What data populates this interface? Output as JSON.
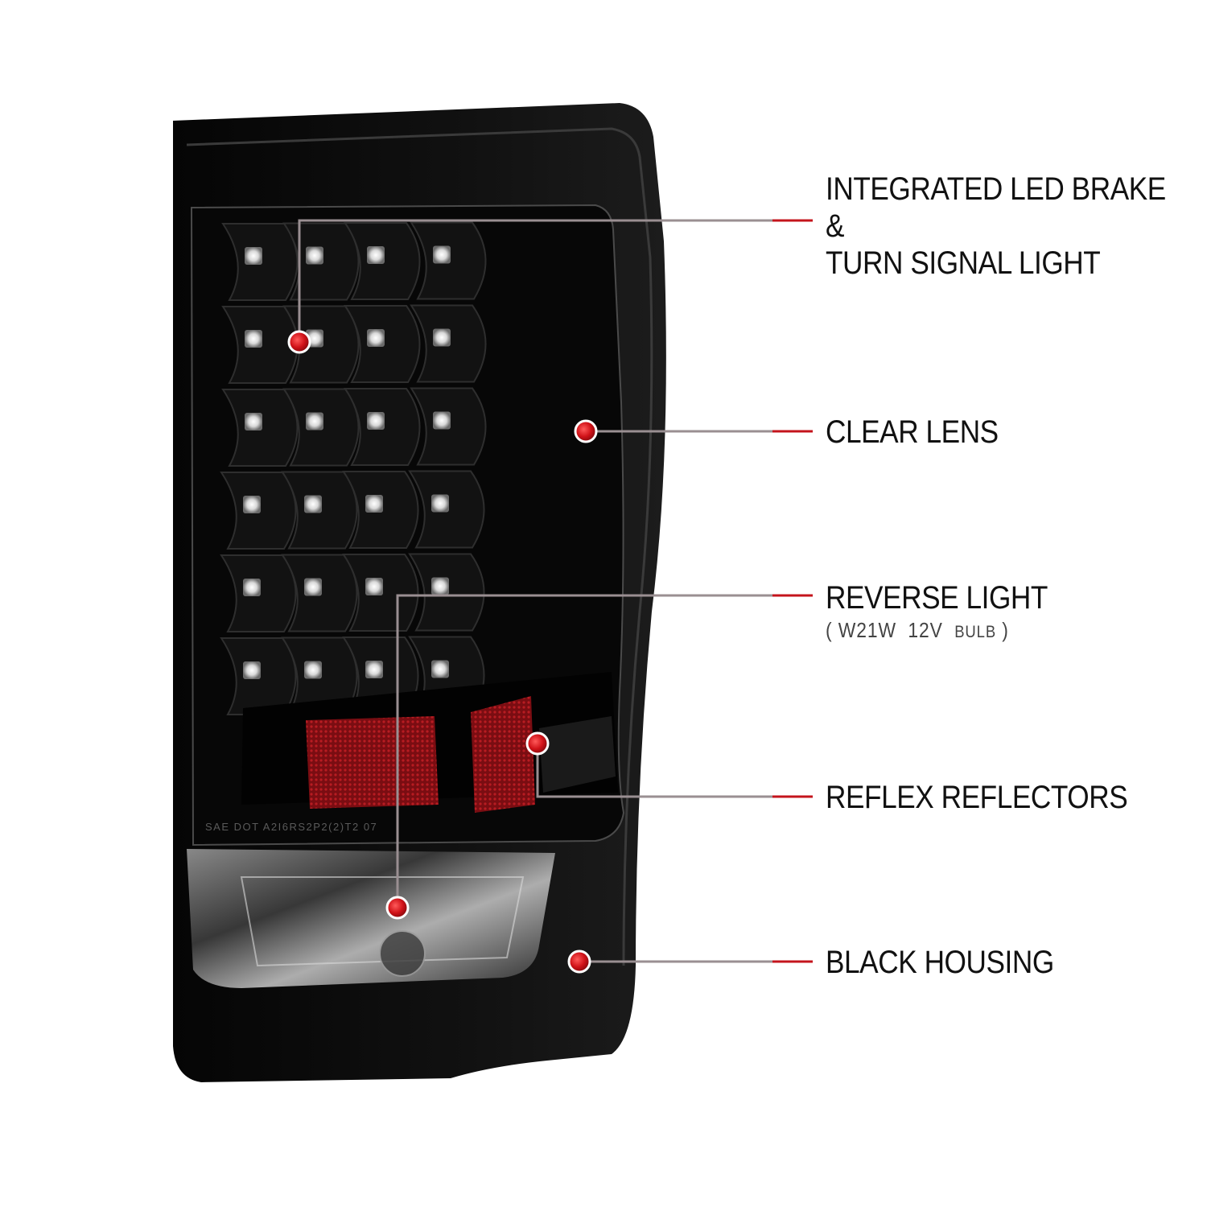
{
  "colors": {
    "accent_red": "#c4141c",
    "leader_gray": "#9a8f92",
    "housing_black": "#0a0a0a",
    "reflector_red": "#8a0f14"
  },
  "icons": [
    "red-dot-marker-icon"
  ],
  "callouts": [
    {
      "id": "brake",
      "lines": [
        "INTEGRATED LED BRAKE",
        "&",
        "TURN SIGNAL LIGHT"
      ]
    },
    {
      "id": "lens",
      "lines": [
        "CLEAR LENS"
      ]
    },
    {
      "id": "reverse",
      "lines": [
        "REVERSE LIGHT"
      ],
      "sub": {
        "open": "(",
        "bulb": "W21W",
        "volt": "12V",
        "word": "BULB",
        "close": ")"
      }
    },
    {
      "id": "reflex",
      "lines": [
        "REFLEX REFLECTORS"
      ]
    },
    {
      "id": "housing",
      "lines": [
        "BLACK HOUSING"
      ]
    }
  ],
  "product": {
    "lens_marking": "SAE DOT A2I6RS2P2(2)T2 07",
    "led_rows": [
      4,
      4,
      4,
      4,
      4,
      4
    ]
  }
}
